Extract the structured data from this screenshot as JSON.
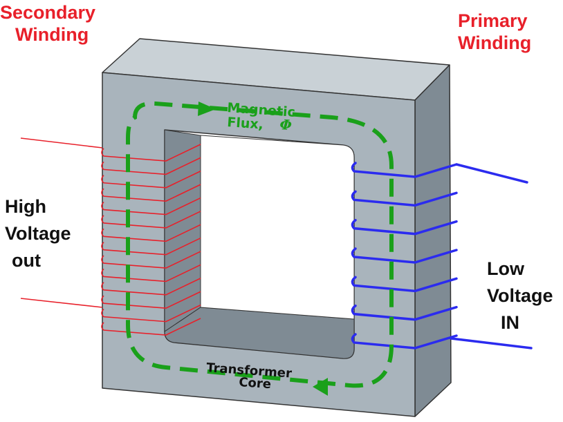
{
  "labels": {
    "secondary_winding_line1": "Secondary",
    "secondary_winding_line2": "Winding",
    "primary_winding_line1": "Primary",
    "primary_winding_line2": "Winding",
    "high_voltage_line1": "High",
    "high_voltage_line2": "Voltage",
    "high_voltage_line3": "out",
    "low_voltage_line1": "Low",
    "low_voltage_line2": "Voltage",
    "low_voltage_line3": "IN",
    "magnetic_flux_line1": "Magnetic",
    "magnetic_flux_line2": "Flux,",
    "flux_symbol": "Φ",
    "transformer_core_line1": "Transformer",
    "transformer_core_line2": "Core"
  },
  "colors": {
    "core_front": "#a9b4bc",
    "core_top": "#c9d1d6",
    "core_side": "#7f8b94",
    "secondary_wire": "#e8202a",
    "primary_wire": "#2b2bef",
    "flux": "#1aa01a"
  },
  "windings": {
    "secondary_turns": 14,
    "primary_turns": 7
  }
}
